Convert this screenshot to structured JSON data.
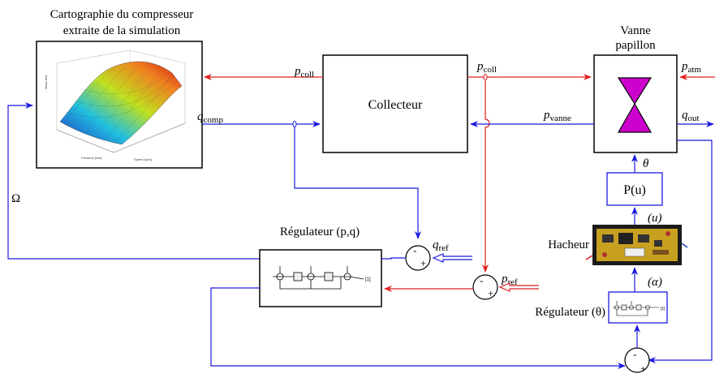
{
  "map_caption": {
    "line1": "Cartographie du compresseur",
    "line2": "extraite de la simulation"
  },
  "collector": {
    "label": "Collecteur"
  },
  "valve": {
    "line1": "Vanne",
    "line2": "papillon"
  },
  "signals": {
    "p_coll_base": "p",
    "p_coll_sub": "coll",
    "q_comp_base": "q",
    "q_comp_sub": "comp",
    "p_atm_base": "p",
    "p_atm_sub": "atm",
    "p_vanne_base": "p",
    "p_vanne_sub": "vanne",
    "q_out_base": "q",
    "q_out_sub": "out",
    "q_ref_base": "q",
    "q_ref_sub": "ref",
    "p_ref_base": "p",
    "p_ref_sub": "ref",
    "theta": "θ",
    "omega": "Ω",
    "u_paren": "(u)",
    "alpha_paren": "(α)"
  },
  "blocks": {
    "pu_label": "P(u)",
    "chopper_label": "Hacheur",
    "regulator_pq": "Régulateur (p,q)",
    "regulator_theta": "Régulateur (θ)"
  },
  "summers": {
    "minus": "-",
    "plus": "+"
  },
  "colors": {
    "blue": "#1a1ae0",
    "red": "#e02020",
    "valve_fill": "#cc00cc",
    "black": "#000000"
  }
}
